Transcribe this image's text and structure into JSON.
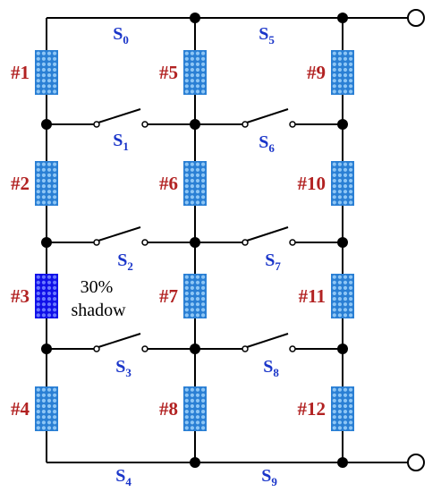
{
  "panels": [
    {
      "id": "p1",
      "label": "#1",
      "shaded": false
    },
    {
      "id": "p2",
      "label": "#2",
      "shaded": false
    },
    {
      "id": "p3",
      "label": "#3",
      "shaded": true
    },
    {
      "id": "p4",
      "label": "#4",
      "shaded": false
    },
    {
      "id": "p5",
      "label": "#5",
      "shaded": false
    },
    {
      "id": "p6",
      "label": "#6",
      "shaded": false
    },
    {
      "id": "p7",
      "label": "#7",
      "shaded": false
    },
    {
      "id": "p8",
      "label": "#8",
      "shaded": false
    },
    {
      "id": "p9",
      "label": "#9",
      "shaded": false
    },
    {
      "id": "p10",
      "label": "#10",
      "shaded": false
    },
    {
      "id": "p11",
      "label": "#11",
      "shaded": false
    },
    {
      "id": "p12",
      "label": "#12",
      "shaded": false
    }
  ],
  "switches": [
    {
      "id": "s0",
      "base": "S",
      "sub": "0"
    },
    {
      "id": "s1",
      "base": "S",
      "sub": "1"
    },
    {
      "id": "s2",
      "base": "S",
      "sub": "2"
    },
    {
      "id": "s3",
      "base": "S",
      "sub": "3"
    },
    {
      "id": "s4",
      "base": "S",
      "sub": "4"
    },
    {
      "id": "s5",
      "base": "S",
      "sub": "5"
    },
    {
      "id": "s6",
      "base": "S",
      "sub": "6"
    },
    {
      "id": "s7",
      "base": "S",
      "sub": "7"
    },
    {
      "id": "s8",
      "base": "S",
      "sub": "8"
    },
    {
      "id": "s9",
      "base": "S",
      "sub": "9"
    }
  ],
  "shadow_note": {
    "line1": "30%",
    "line2": "shadow"
  },
  "colors": {
    "panel_fill": "#2a7fd4",
    "panel_dot": "#8ec6f5",
    "shaded_fill": "#1010e8",
    "shaded_dot": "#6a78ff",
    "panel_label": "#b22222",
    "switch_label": "#1a35c9",
    "wire": "#000000"
  }
}
